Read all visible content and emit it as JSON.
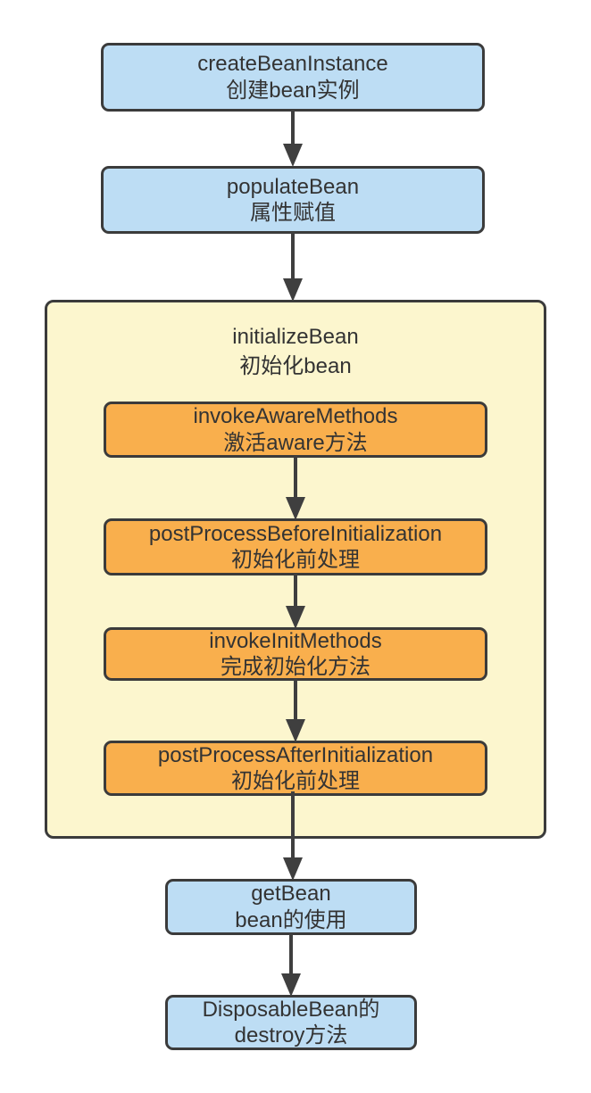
{
  "colors": {
    "background": "#ffffff",
    "blue_fill": "#bdddf4",
    "yellow_fill": "#fcf6ce",
    "orange_fill": "#f9af4d",
    "border": "#3b3b3b",
    "arrow": "#3f3f3f",
    "text": "#333333"
  },
  "diagram": {
    "box_create": {
      "title": "createBeanInstance",
      "subtitle": "创建bean实例"
    },
    "box_populate": {
      "title": "populateBean",
      "subtitle": "属性赋值"
    },
    "group_initialize": {
      "title": "initializeBean",
      "subtitle": "初始化bean",
      "steps": [
        {
          "title": "invokeAwareMethods",
          "subtitle": "激活aware方法"
        },
        {
          "title": "postProcessBeforeInitialization",
          "subtitle": "初始化前处理"
        },
        {
          "title": "invokeInitMethods",
          "subtitle": "完成初始化方法"
        },
        {
          "title": "postProcessAfterInitialization",
          "subtitle": "初始化前处理"
        }
      ]
    },
    "box_getbean": {
      "title": "getBean",
      "subtitle": "bean的使用"
    },
    "box_destroy": {
      "title": "DisposableBean的",
      "subtitle": "destroy方法"
    }
  }
}
